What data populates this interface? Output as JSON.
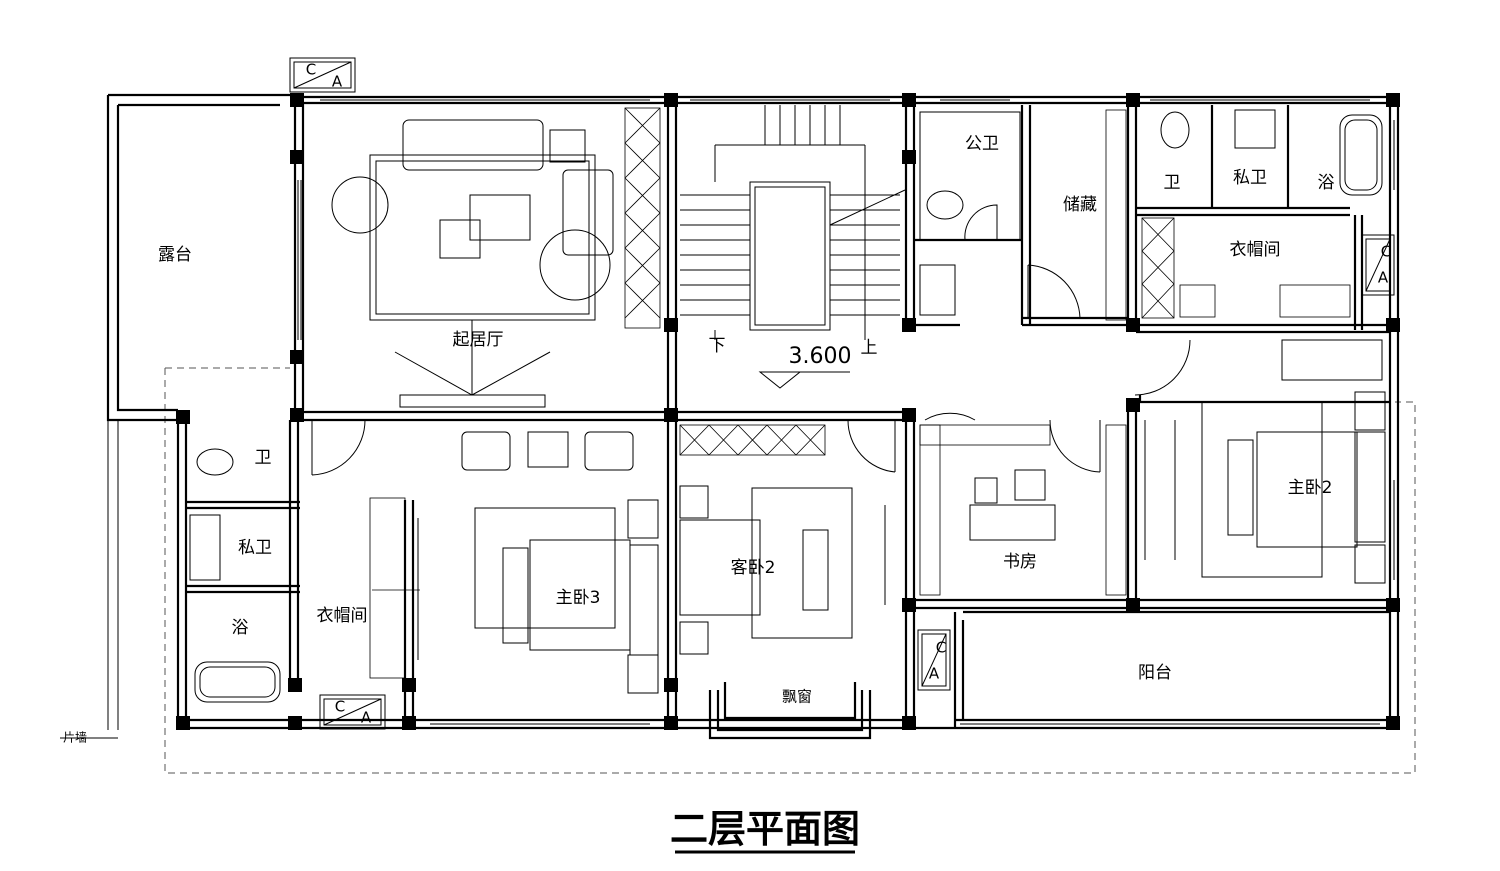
{
  "title": "二层平面图",
  "elevation": "3.600",
  "stair": {
    "down": "下",
    "up": "上"
  },
  "section_marks": [
    "C",
    "A"
  ],
  "rooms": [
    {
      "id": "terrace",
      "label": "露台"
    },
    {
      "id": "living",
      "label": "起居厅"
    },
    {
      "id": "pub_wc",
      "label": "公卫"
    },
    {
      "id": "storage",
      "label": "储藏"
    },
    {
      "id": "wc_r",
      "label": "卫"
    },
    {
      "id": "priv_r",
      "label": "私卫"
    },
    {
      "id": "bath_r",
      "label": "浴"
    },
    {
      "id": "closet_r",
      "label": "衣帽间"
    },
    {
      "id": "wc_l",
      "label": "卫"
    },
    {
      "id": "priv_l",
      "label": "私卫"
    },
    {
      "id": "bath_l",
      "label": "浴"
    },
    {
      "id": "closet_l",
      "label": "衣帽间"
    },
    {
      "id": "master3",
      "label": "主卧3"
    },
    {
      "id": "guest2",
      "label": "客卧2"
    },
    {
      "id": "study",
      "label": "书房"
    },
    {
      "id": "master2",
      "label": "主卧2"
    },
    {
      "id": "balcony",
      "label": "阳台"
    },
    {
      "id": "bay",
      "label": "飘窗"
    },
    {
      "id": "wing",
      "label": "片墙"
    }
  ]
}
